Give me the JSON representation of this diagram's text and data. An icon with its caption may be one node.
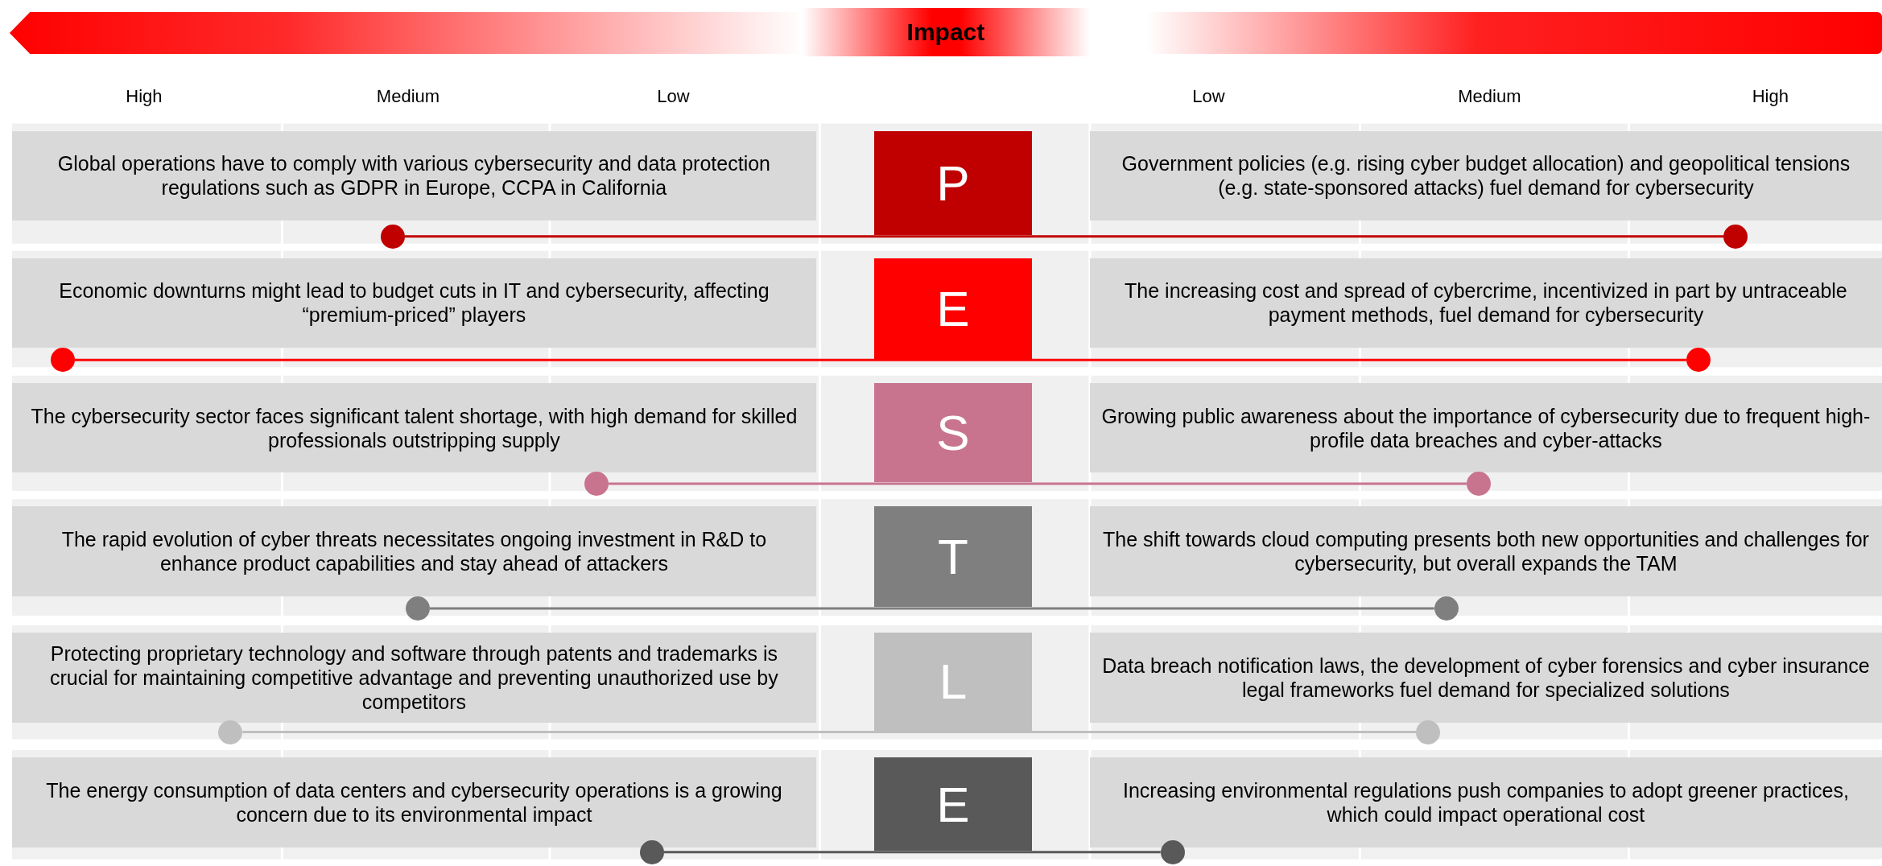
{
  "diagram": {
    "nodes": [
      {
        "text": [
          "Impact"
        ]
      },
      {
        "text": [
          "Global operations have to comply with various cybersecurity and data protection regulations such as GDPR in Europe, CCPA in California"
        ]
      },
      {
        "text": [
          "P"
        ]
      },
      {
        "text": [
          "Government policies (e.g. rising cyber budget allocation) and geopolitical tensions (e.g. state-sponsored attacks) fuel demand for cybersecurity"
        ]
      },
      {
        "text": [],
        "shape": "circle"
      },
      {
        "text": [],
        "shape": "circle"
      },
      {
        "text": [
          "Economic downturns might lead to budget cuts in IT and cybersecurity, affecting “premium-priced” players"
        ]
      },
      {
        "text": [
          "E"
        ]
      },
      {
        "text": [
          "The increasing cost and spread of cybercrime, incentivized in part by untraceable payment methods, fuel demand for cybersecurity"
        ]
      },
      {
        "text": [],
        "shape": "circle"
      },
      {
        "text": [],
        "shape": "circle"
      },
      {
        "text": [
          "The cybersecurity sector faces significant talent shortage, with high demand for skilled professionals outstripping supply"
        ]
      },
      {
        "text": [
          "S"
        ]
      },
      {
        "text": [
          "Growing public awareness about the importance of cybersecurity due to frequent high-profile data breaches and cyber-attacks"
        ]
      },
      {
        "text": [],
        "shape": "circle"
      },
      {
        "text": [],
        "shape": "circle"
      },
      {
        "text": [
          "The rapid evolution of cyber threats necessitates ongoing investment in R&D to enhance product capabilities and stay ahead of attackers"
        ]
      },
      {
        "text": [
          "T"
        ]
      },
      {
        "text": [
          "The shift towards cloud computing presents both new opportunities and challenges for cybersecurity, but overall expands the TAM"
        ]
      },
      {
        "text": [],
        "shape": "circle"
      },
      {
        "text": [],
        "shape": "circle"
      },
      {
        "text": [
          "Protecting proprietary technology and software through patents and trademarks is crucial for maintaining competitive advantage and preventing unauthorized use by competitors"
        ]
      },
      {
        "text": [
          "L"
        ]
      },
      {
        "text": [
          "Data breach notification laws, the development of cyber forensics and cyber insurance legal frameworks fuel demand for specialized solutions"
        ]
      },
      {
        "text": [],
        "shape": "circle"
      },
      {
        "text": [],
        "shape": "circle"
      },
      {
        "text": [
          "The energy consumption of data centers and cybersecurity operations is a growing concern due to its environmental impact"
        ]
      },
      {
        "text": [
          "E"
        ]
      },
      {
        "text": [
          "Increasing environmental regulations push companies to adopt greener practices, which could impact operational cost"
        ]
      },
      {
        "text": [],
        "shape": "circle"
      },
      {
        "text": [],
        "shape": "circle"
      }
    ],
    "edges": [
      {
        "from": 4,
        "to": 5,
        "arrow": "none",
        "color": "#c00000"
      },
      {
        "from": 9,
        "to": 10,
        "arrow": "none",
        "color": "#ff0000"
      },
      {
        "from": 14,
        "to": 15,
        "arrow": "none",
        "color": "#c8748f"
      },
      {
        "from": 19,
        "to": 20,
        "arrow": "none",
        "color": "#7f7f7f"
      },
      {
        "from": 24,
        "to": 25,
        "arrow": "none",
        "color": "#bfbfbf"
      },
      {
        "from": 29,
        "to": 30,
        "arrow": "none",
        "color": "#595959"
      }
    ],
    "labels": [
      "High",
      "Medium",
      "Low",
      "Low",
      "Medium",
      "High"
    ]
  }
}
